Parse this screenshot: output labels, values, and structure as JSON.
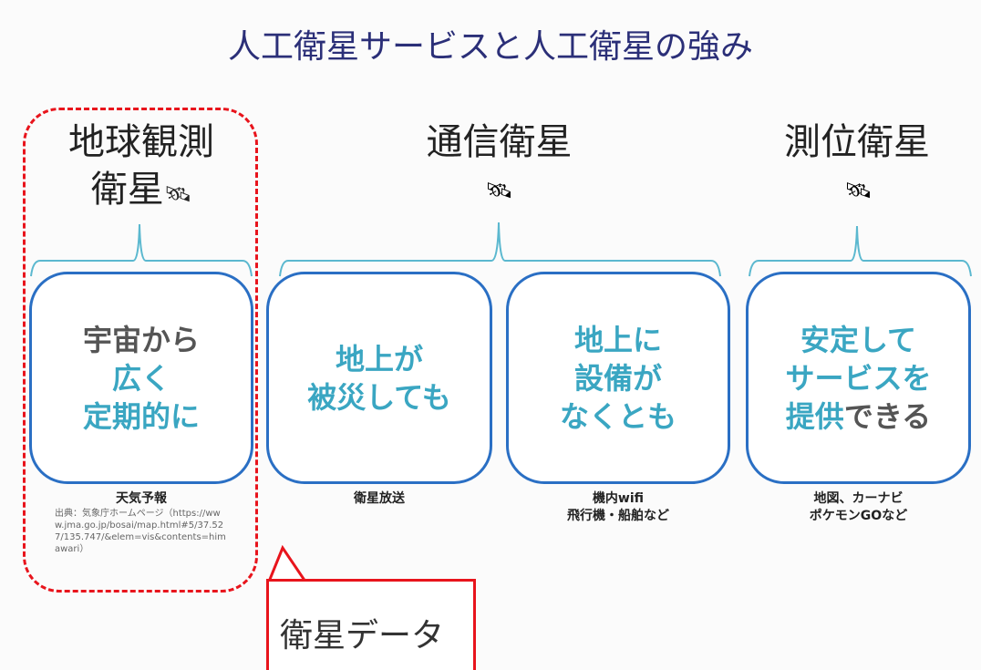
{
  "title": "人工衛星サービスと人工衛星の強み",
  "columns": [
    {
      "heading": "地球観測衛星",
      "heading_l1": "地球観測",
      "heading_l2": "衛星",
      "lines": [
        {
          "t": "宇宙から",
          "c": "gray"
        },
        {
          "t": "広く",
          "c": "teal"
        },
        {
          "t": "定期的に",
          "c": "teal"
        }
      ],
      "caption": "天気予報",
      "source": "出典：気象庁ホームページ（https://www.jma.go.jp/bosai/map.html#5/37.527/135.747/&elem=vis&contents=himawari）"
    },
    {
      "heading": "通信衛星",
      "box1": {
        "l1": "地上が",
        "l2": "被災しても",
        "caption": "衛星放送"
      },
      "box2": {
        "l1": "地上に",
        "l2": "設備が",
        "l3": "なくとも",
        "cap1": "機内wifi",
        "cap2": "飛行機・船舶など"
      }
    },
    {
      "heading": "測位衛星",
      "l1": "安定して",
      "l2": "サービスを",
      "l3a": "提供",
      "l3b": "できる",
      "cap1": "地図、カーナビ",
      "cap2": "ポケモンGOなど"
    }
  ],
  "callout": "衛星データ",
  "icons": {
    "satellite": "satellite-icon"
  },
  "colors": {
    "title": "#2b2f78",
    "accent": "#3aa6c2",
    "box": "#2a6fc4",
    "highlight": "#e8141c"
  }
}
